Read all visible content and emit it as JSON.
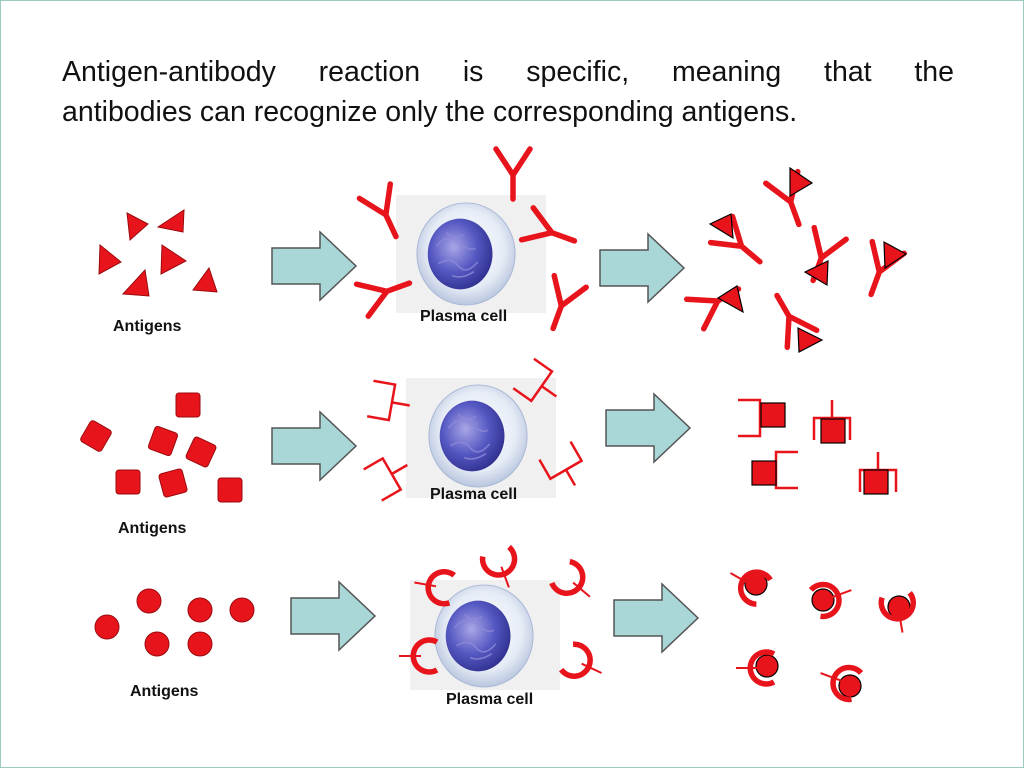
{
  "heading": {
    "line1": "Antigen-antibody reaction is specific, meaning that the",
    "line2": "antibodies can recognize only the corresponding antigens."
  },
  "rows": [
    {
      "antigen_label": "Antigens",
      "cell_label": "Plasma cell",
      "antigen_shape": "triangle"
    },
    {
      "antigen_label": "Antigens",
      "cell_label": "Plasma cell",
      "antigen_shape": "square"
    },
    {
      "antigen_label": "Antigens",
      "cell_label": "Plasma cell",
      "antigen_shape": "circle"
    }
  ],
  "colors": {
    "antigen": "#e8141c",
    "antibody": "#e8141c",
    "arrow_fill": "#a9d6d7",
    "arrow_stroke": "#555555",
    "cell_nucleus": "#4b4fb8",
    "cell_body": "#dfe7f3"
  }
}
